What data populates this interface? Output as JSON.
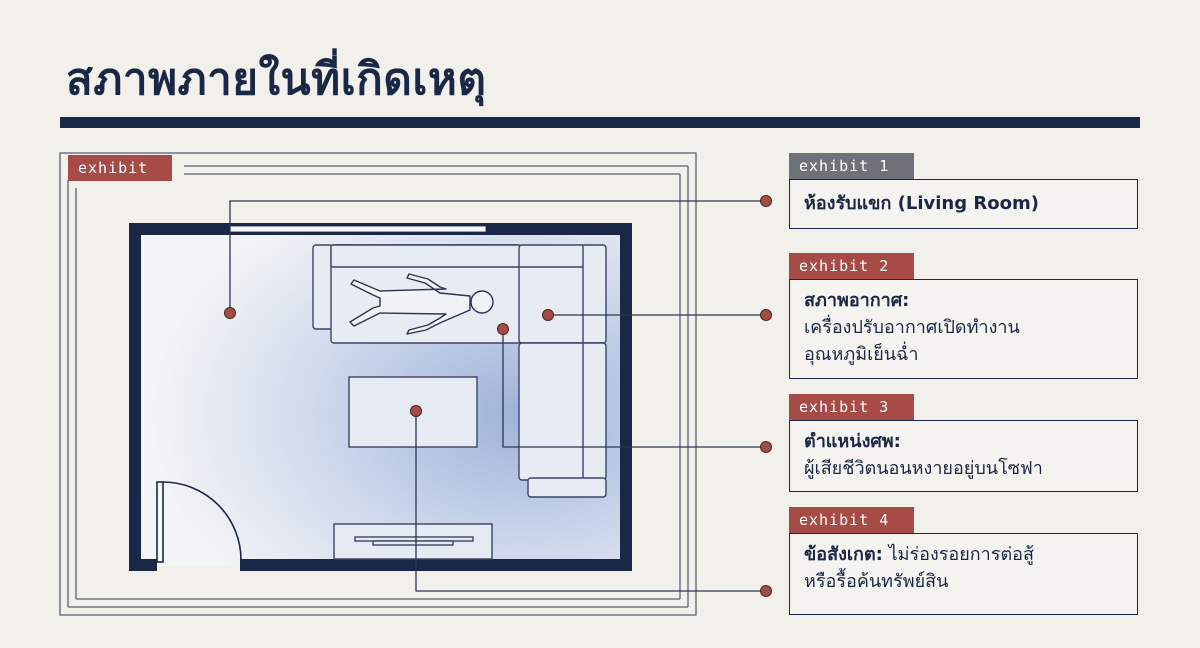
{
  "page": {
    "title": "สภาพภายในที่เกิดเหตุ",
    "exhibit_label": "exhibit"
  },
  "colors": {
    "navy": "#1b2746",
    "accent_red": "#a74b46",
    "tab_grey": "#6e7278",
    "background": "#f1f0eb"
  },
  "exhibits": [
    {
      "tab": "exhibit 1",
      "heading": "ห้องรับแขก (Living Room)"
    },
    {
      "tab": "exhibit 2",
      "heading": "สภาพอากาศ:",
      "lines": [
        "เครื่องปรับอากาศเปิดทำงาน",
        "อุณหภูมิเย็นฉ่ำ"
      ]
    },
    {
      "tab": "exhibit 3",
      "heading": "ตำแหน่งศพ:",
      "lines": [
        "ผู้เสียชีวิตนอนหงายอยู่บนโซฟา"
      ]
    },
    {
      "tab": "exhibit 4",
      "heading": "ข้อสังเกต:",
      "heading_rest": " ไม่ร่องรอยการต่อสู้",
      "lines": [
        "หรือรื้อค้นทรัพย์สิน"
      ]
    }
  ]
}
